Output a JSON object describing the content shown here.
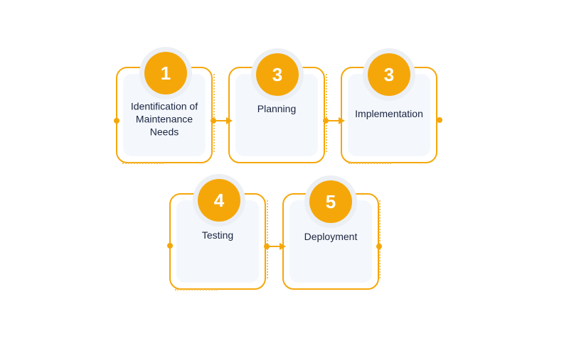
{
  "steps": [
    {
      "number": "1",
      "label": "Identification of Maintenance Needs"
    },
    {
      "number": "3",
      "label": "Planning"
    },
    {
      "number": "3",
      "label": "Implementation"
    },
    {
      "number": "4",
      "label": "Testing"
    },
    {
      "number": "5",
      "label": "Deployment"
    }
  ],
  "colors": {
    "accent": "#f5a70a",
    "card_fill": "#f4f8fc",
    "text": "#1b2440"
  }
}
